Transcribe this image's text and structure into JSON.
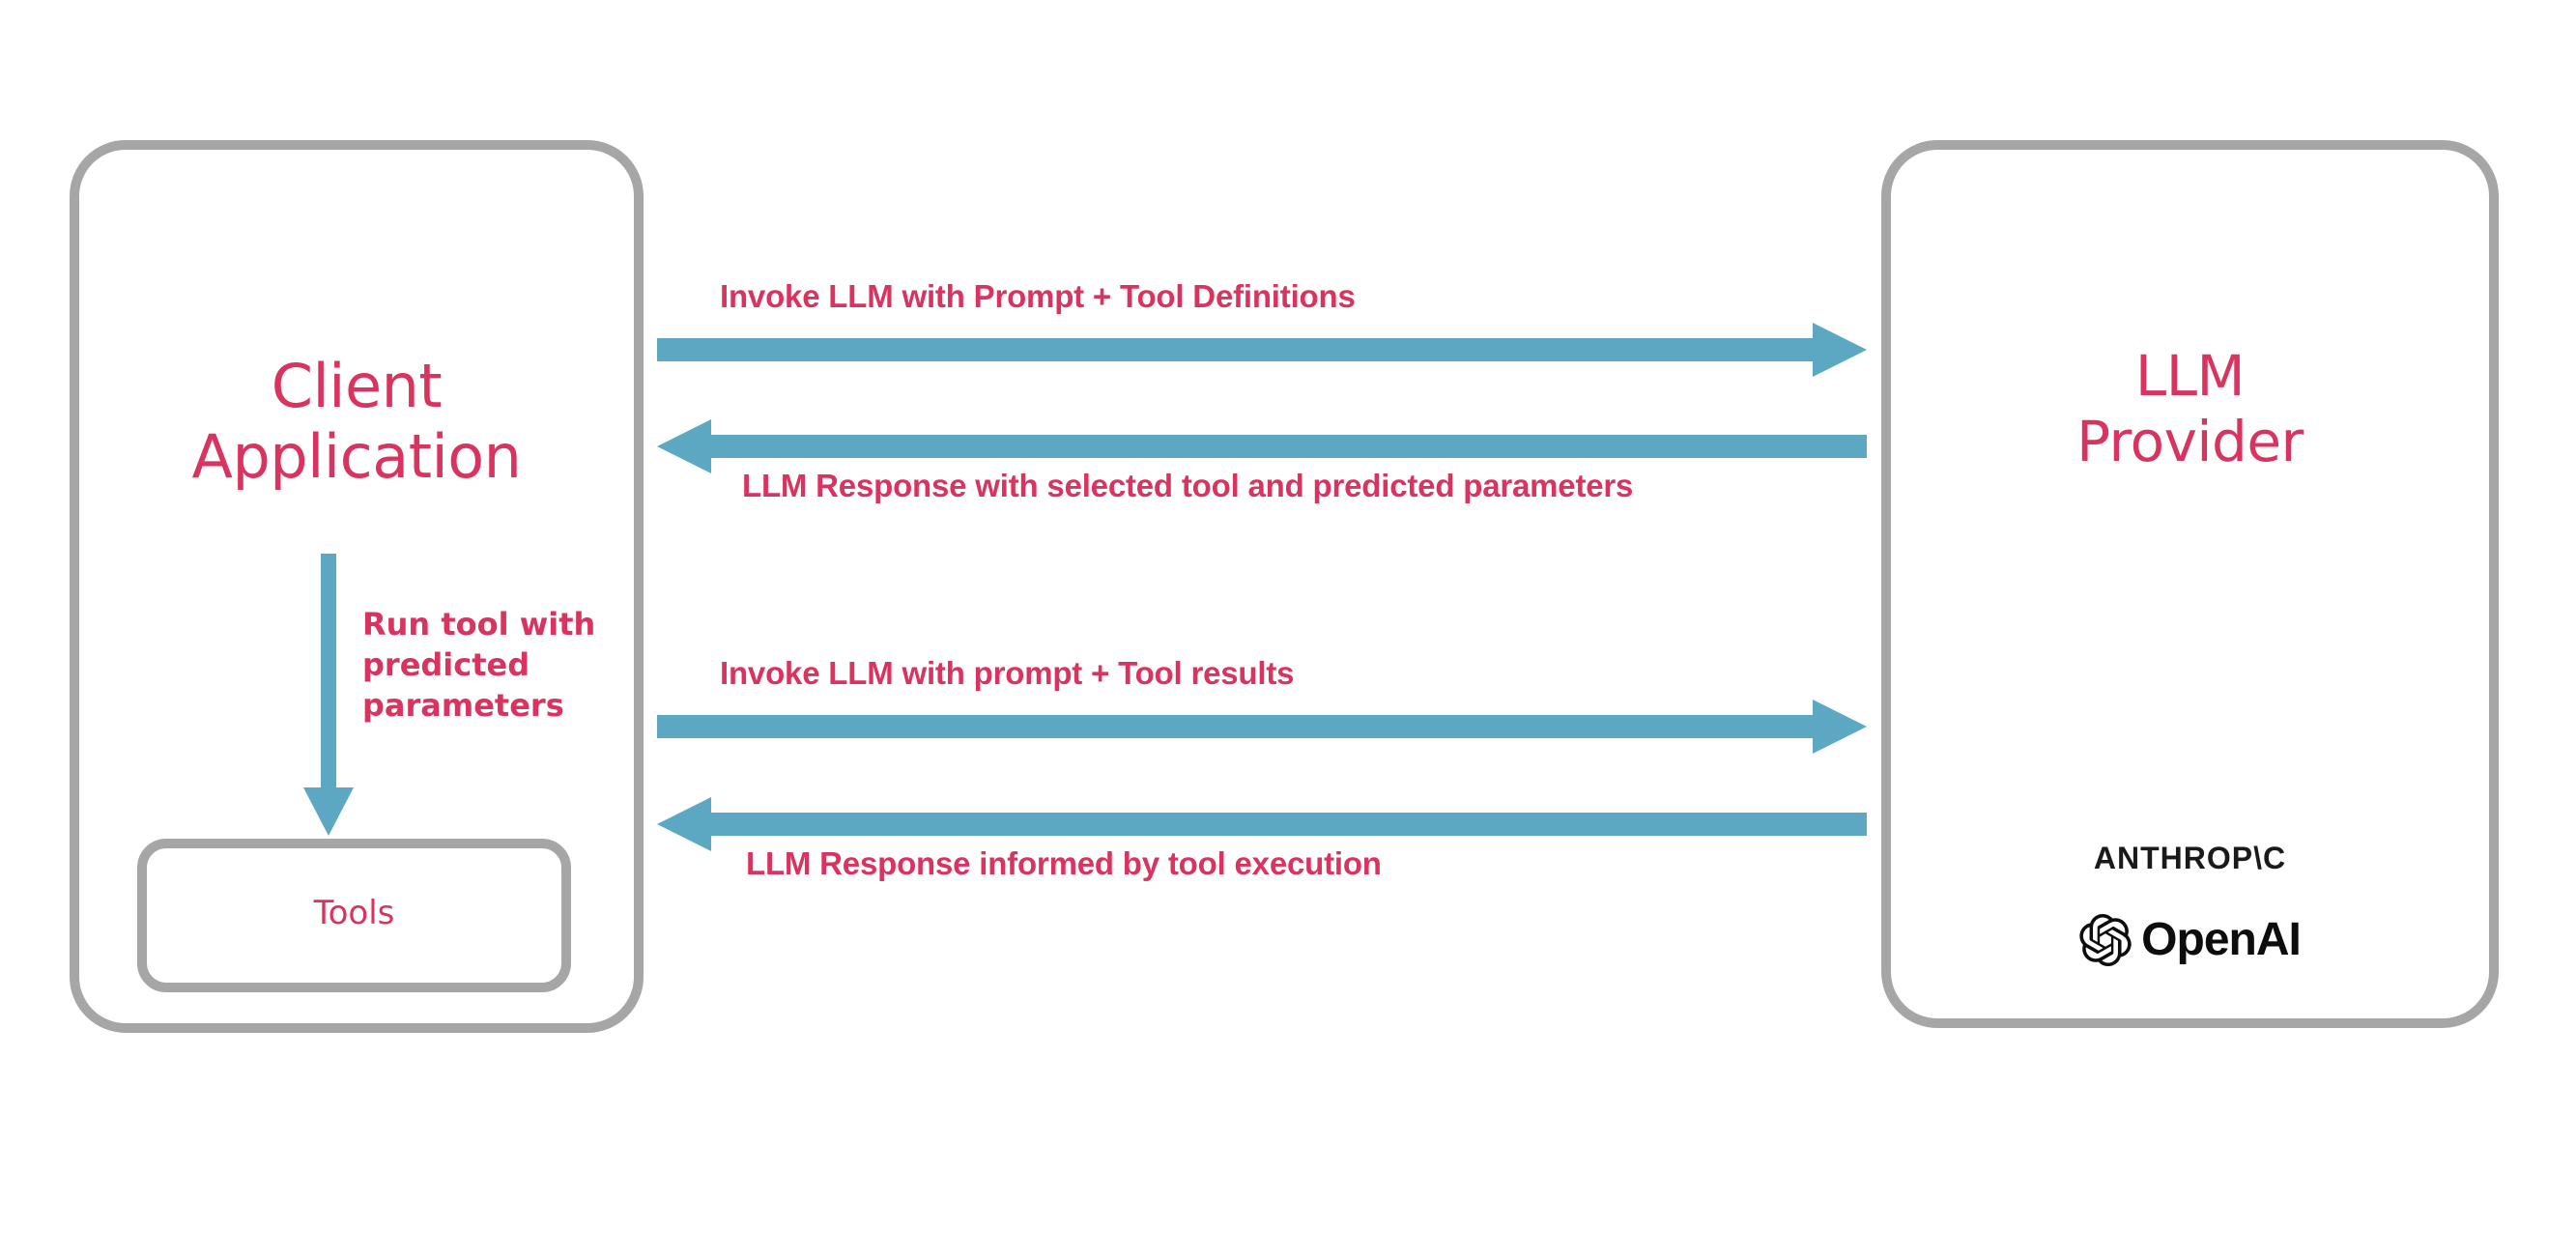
{
  "diagram": {
    "title": "LLM tool-calling request/response flow",
    "colors": {
      "accent_text": "#d8345f",
      "arrow": "#5ca8c3",
      "box_border": "#a6a6a6",
      "background": "#ffffff",
      "logo": "#0d0d0d"
    }
  },
  "nodes": {
    "client": {
      "label": "Client\nApplication",
      "tools": {
        "label": "Tools"
      }
    },
    "provider": {
      "label": "LLM\nProvider",
      "brands": [
        {
          "name": "anthropic-wordmark",
          "label": "ANTHROP\\C"
        },
        {
          "name": "openai-wordmark",
          "label": "OpenAI"
        }
      ]
    }
  },
  "flows": [
    {
      "id": "invoke-1",
      "label": "Invoke LLM with Prompt + Tool Definitions",
      "direction": "right",
      "from": "client",
      "to": "provider"
    },
    {
      "id": "response-1",
      "label": "LLM Response with selected tool and predicted parameters",
      "direction": "left",
      "from": "provider",
      "to": "client"
    },
    {
      "id": "run-tool",
      "label": "Run tool with\npredicted\nparameters",
      "direction": "down",
      "from": "client",
      "to": "tools"
    },
    {
      "id": "invoke-2",
      "label": "Invoke LLM with prompt + Tool results",
      "direction": "right",
      "from": "client",
      "to": "provider"
    },
    {
      "id": "response-2",
      "label": "LLM Response informed by tool execution",
      "direction": "left",
      "from": "provider",
      "to": "client"
    }
  ]
}
